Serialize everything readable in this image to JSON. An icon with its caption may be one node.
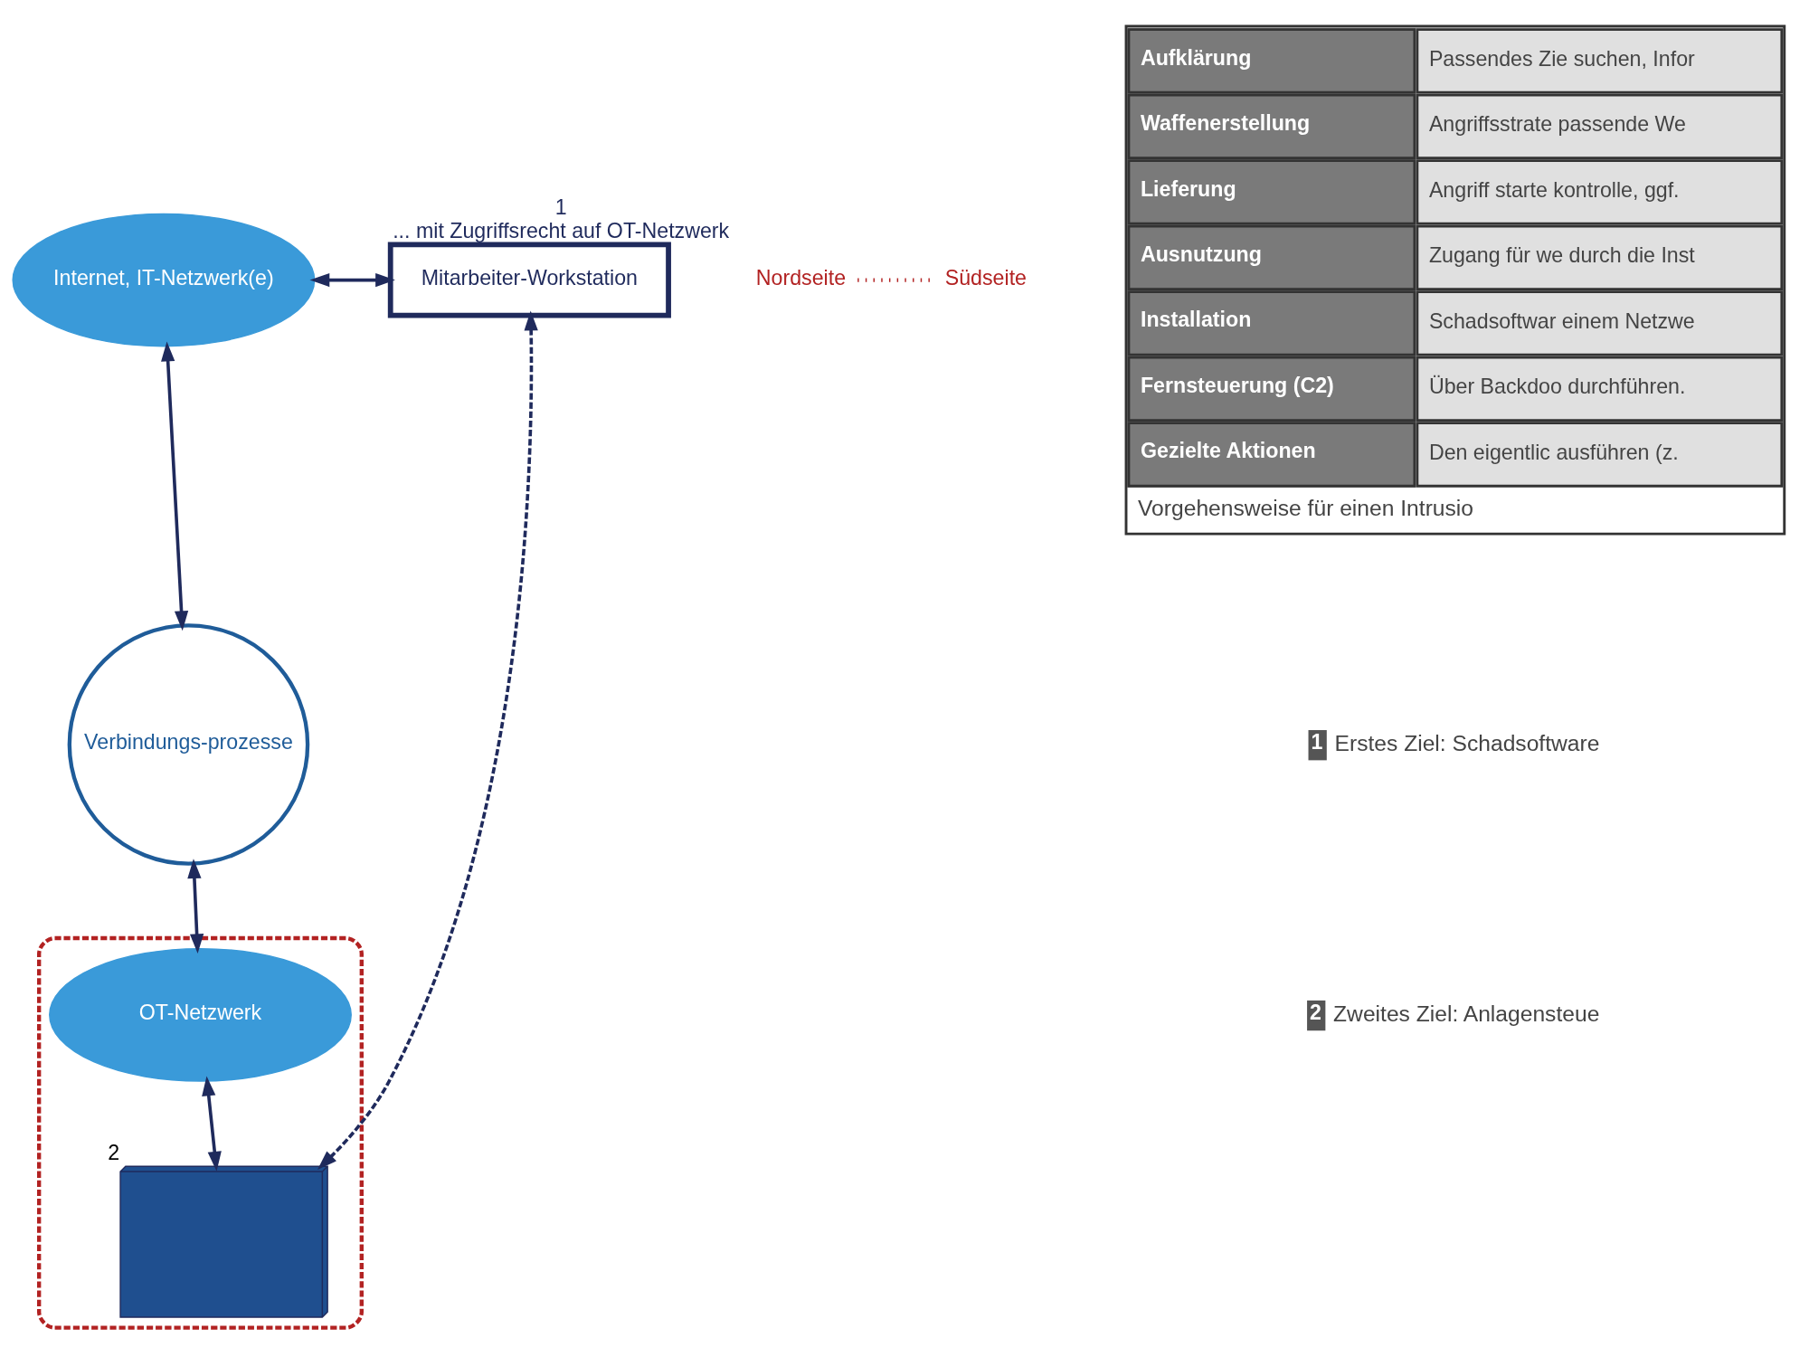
{
  "diagram": {
    "nodes": [
      {
        "text": [
          "Internet, IT-Netzwerk(e)"
        ]
      },
      {
        "text": [
          "Mitarbeiter-Workstation"
        ],
        "beside": [
          "1",
          "... mit Zugriffsrecht auf OT-Netzwerk"
        ]
      },
      {
        "text": [
          "Verbindungs-prozesse"
        ]
      },
      {
        "text": [],
        "shape": "box"
      },
      {
        "text": [
          "OT-Netzwerk"
        ],
        "in": 3
      },
      {
        "text": [],
        "shape": "picture",
        "in": 3,
        "beside": [
          "2"
        ]
      }
    ],
    "edges": [
      {
        "from": 0,
        "to": 1,
        "arrow": "both"
      },
      {
        "from": 0,
        "to": 2,
        "arrow": "both"
      },
      {
        "from": 2,
        "to": 4,
        "arrow": "both"
      },
      {
        "from": 1,
        "to": 5,
        "arrow": "both",
        "style": "dashed"
      },
      {
        "from": 4,
        "to": 5,
        "arrow": "both"
      }
    ],
    "labels": [
      "Nordseite",
      "Südseite",
      "Aufklärung",
      "Passendes Zie suchen, Infor",
      "Waffenerstellung",
      "Angriffsstrate passende We",
      "Lieferung",
      "Angriff starte kontrolle, ggf.",
      "Ausnutzung",
      "Zugang für we durch die Inst",
      "Installation",
      "Schadsoftwar einem Netzwe",
      "Fernsteuerung (C2)",
      "Über Backdoo durchführen.",
      "Gezielte Aktionen",
      "Den eigentlic ausführen (z.",
      "Vorgehensweise für einen Intrusio",
      "1",
      "Erstes Ziel: Schadsoftware",
      "2",
      "Zweites Ziel: Anlagensteue"
    ]
  }
}
